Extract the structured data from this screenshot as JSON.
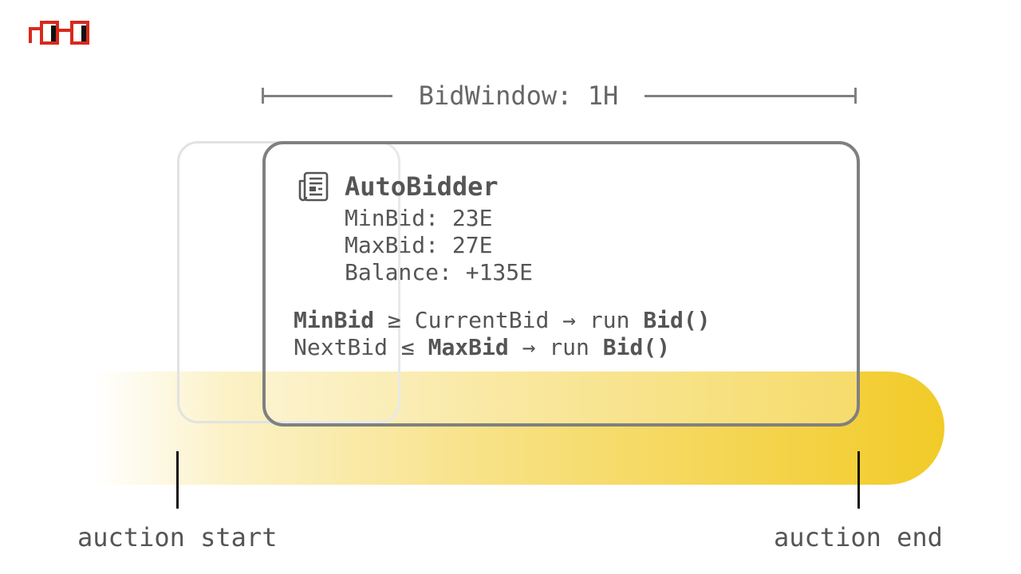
{
  "logo": {
    "name": "brand-logo",
    "color": "#d9291c"
  },
  "bid_window": {
    "label": "BidWindow: 1H"
  },
  "card": {
    "icon": "newspaper-icon",
    "title": "AutoBidder",
    "fields": [
      {
        "label": "MinBid: 23E"
      },
      {
        "label": "MaxBid: 27E"
      },
      {
        "label": "Balance: +135E"
      }
    ],
    "rules": [
      {
        "subject": "MinBid",
        "operator": "≥",
        "object": "CurrentBid",
        "arrow": "→",
        "verb": "run",
        "action": "Bid()"
      },
      {
        "subject": "NextBid",
        "operator": "≤",
        "object": "MaxBid",
        "arrow": "→",
        "verb": "run",
        "action": "Bid()"
      }
    ]
  },
  "timeline": {
    "start_label": "auction start",
    "end_label": "auction end",
    "bar_color": "#f2cb28"
  }
}
